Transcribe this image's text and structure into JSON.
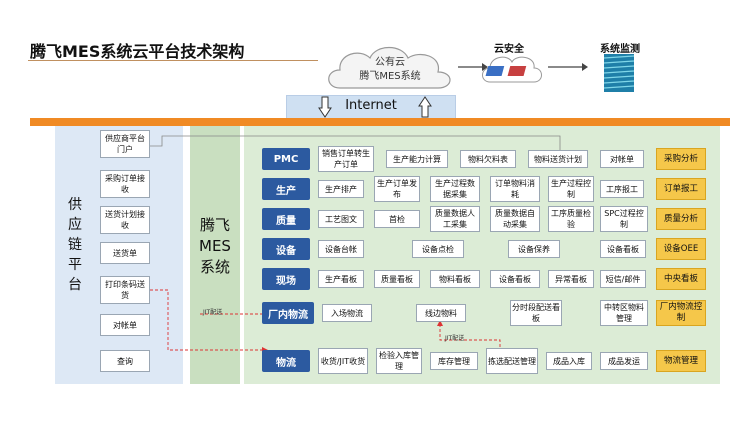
{
  "title": "腾飞MES系统云平台技术架构",
  "cloud": {
    "line1": "公有云",
    "line2": "腾飞MES系统"
  },
  "security_label": "云安全",
  "monitor_label": "系统监测",
  "internet_label": "Internet",
  "supply_chain": {
    "title": [
      "供",
      "应",
      "链",
      "平",
      "台"
    ],
    "items": [
      "供应商平台门户",
      "采购订单接收",
      "送货计划接收",
      "送货单",
      "打印条码送货",
      "对帐单",
      "查询"
    ]
  },
  "mes_title": [
    "腾飞",
    "MES",
    "系统"
  ],
  "rows": [
    {
      "category": "PMC",
      "items": [
        "销售订单转生产订单",
        "生产能力计算",
        "物料欠料表",
        "物料送货计划",
        "对帐单"
      ],
      "gold": "采购分析"
    },
    {
      "category": "生产",
      "items": [
        "生产排产",
        "生产订单发布",
        "生产过程数据采集",
        "订单物料消耗",
        "生产过程控制",
        "工序报工"
      ],
      "gold": "订单报工"
    },
    {
      "category": "质量",
      "items": [
        "工艺图文",
        "首检",
        "质量数据人工采集",
        "质量数据自动采集",
        "工序质量检验",
        "SPC过程控制"
      ],
      "gold": "质量分析"
    },
    {
      "category": "设备",
      "items": [
        "设备台帐",
        "设备点检",
        "设备保养",
        "设备看板"
      ],
      "gold": "设备OEE"
    },
    {
      "category": "现场",
      "items": [
        "生产看板",
        "质量看板",
        "物料看板",
        "设备看板",
        "异常看板",
        "短信/邮件"
      ],
      "gold": "中央看板"
    },
    {
      "category": "厂内物流",
      "items": [
        "入场物流",
        "线边物料",
        "分时段配送看板",
        "中转区物料管理"
      ],
      "gold": "厂内物流控制"
    },
    {
      "category": "物流",
      "items": [
        "收货/JIT收货",
        "检验入库管理",
        "库存管理",
        "拣选配送管理",
        "成品入库",
        "成品发运"
      ],
      "gold": "物流管理"
    }
  ],
  "jit_labels": [
    "JIT配送",
    "JIT配送"
  ]
}
